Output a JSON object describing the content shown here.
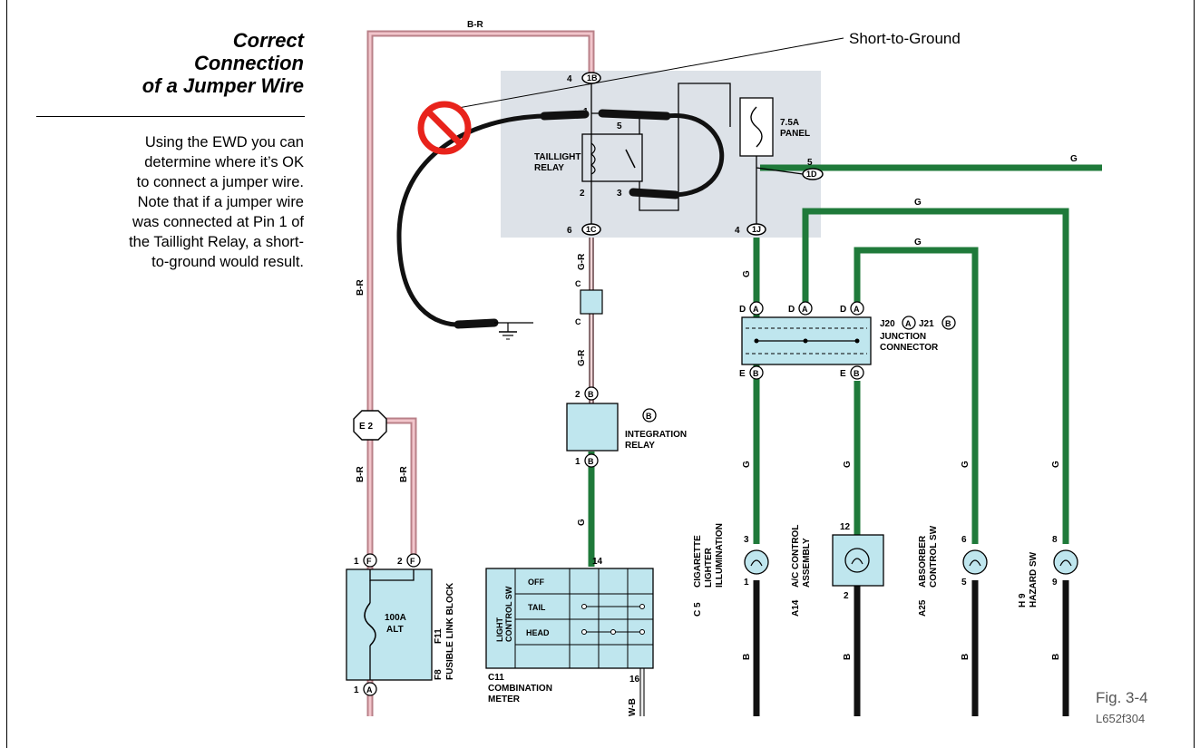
{
  "sidebar": {
    "title_lines": [
      "Correct",
      "Connection",
      "of a Jumper Wire"
    ],
    "body_lines": [
      "Using the EWD you can",
      "determine where it’s OK",
      "to connect a jumper wire.",
      "Note that if a jumper wire",
      "was connected at Pin 1 of",
      "the Taillight Relay, a short-",
      "to-ground would result."
    ]
  },
  "diagram": {
    "callout": "Short-to-Ground",
    "wires": {
      "b_r": "B-R",
      "g": "G",
      "g_r": "G-R",
      "b": "B",
      "w_b": "W-B",
      "c": "C"
    },
    "taillight_relay": {
      "label_1": "TAILLIGHT",
      "label_2": "RELAY",
      "pins": [
        "1",
        "5",
        "2",
        "3"
      ]
    },
    "panel_fuse": {
      "label_1": "7.5A",
      "label_2": "PANEL"
    },
    "connectors": {
      "top_1A": "1B",
      "top_num": "4",
      "relay_bottom": "1C",
      "relay_bottom_num": "6",
      "fuse_out": "1D",
      "fuse_out_num": "5",
      "fuse_down": "1J",
      "fuse_down_num": "4",
      "e2": "E 2"
    },
    "junction": {
      "label_1": "J20",
      "label_a": "A",
      "label_2": "J21",
      "label_b": "B",
      "label_3": "JUNCTION",
      "label_4": "CONNECTOR",
      "top_pins": [
        "D",
        "D",
        "D"
      ],
      "bottom_pins": [
        "E",
        "E"
      ]
    },
    "integration_relay": {
      "marker": "B",
      "label_1": "INTEGRATION",
      "label_2": "RELAY",
      "pin_top": "2",
      "pin_bottom": "1"
    },
    "fusible_link": {
      "rating_1": "100A",
      "rating_2": "ALT",
      "label_1": "F8",
      "label_a": "A",
      "label_2": "F11",
      "label_f": "F",
      "label_3": "FUSIBLE LINK BLOCK",
      "pins_top": [
        "1",
        "2"
      ],
      "pin_bottom": "1"
    },
    "combination_meter": {
      "side_label_1": "LIGHT",
      "side_label_2": "CONTROL SW",
      "rows": [
        "OFF",
        "TAIL",
        "HEAD"
      ],
      "pin_top": "14",
      "pin_bottom": "16",
      "label_1": "C11",
      "label_2": "COMBINATION",
      "label_3": "METER"
    },
    "loads": [
      {
        "id": "C 5",
        "name_1": "CIGARETTE",
        "name_2": "LIGHTER",
        "name_3": "ILLUMINATION",
        "pin_top": "3",
        "pin_bottom": "1"
      },
      {
        "id": "A14",
        "name_1": "A/C CONTROL",
        "name_2": "ASSEMBLY",
        "pin_top": "12",
        "pin_bottom": "2"
      },
      {
        "id": "A25",
        "name_1": "ABSORBER",
        "name_2": "CONTROL SW",
        "pin_top": "6",
        "pin_bottom": "5"
      },
      {
        "id": "H 9",
        "name_1": "HAZARD SW",
        "name_2": "",
        "pin_top": "8",
        "pin_bottom": "9"
      }
    ]
  },
  "figure": {
    "number": "Fig. 3-4",
    "code": "L652f304"
  },
  "colors": {
    "green_wire": "#1f7a3a",
    "pink_wire": "#e8a0a8",
    "panel_fill": "#dde2e8",
    "box_fill": "#bfe6ee",
    "prohibit_red": "#e8231b"
  }
}
